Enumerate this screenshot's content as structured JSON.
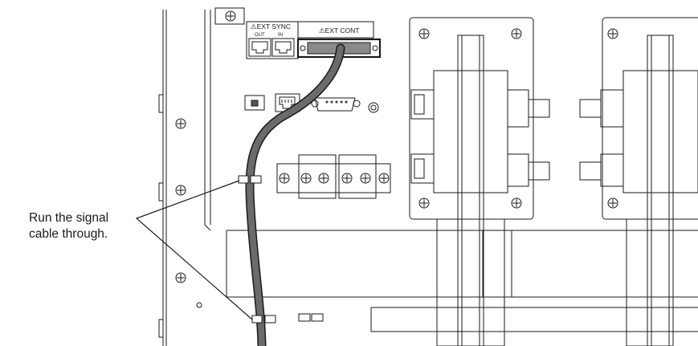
{
  "labels": {
    "ext_sync": "⚠EXT SYNC",
    "out": "OUT",
    "in": "IN",
    "ext_cont": "⚠EXT CONT"
  },
  "callout": {
    "line1": "Run the signal",
    "line2": "cable through."
  },
  "colors": {
    "line": "#1a1a1a",
    "cable": "#6b6b6b",
    "panel": "#ffffff"
  }
}
